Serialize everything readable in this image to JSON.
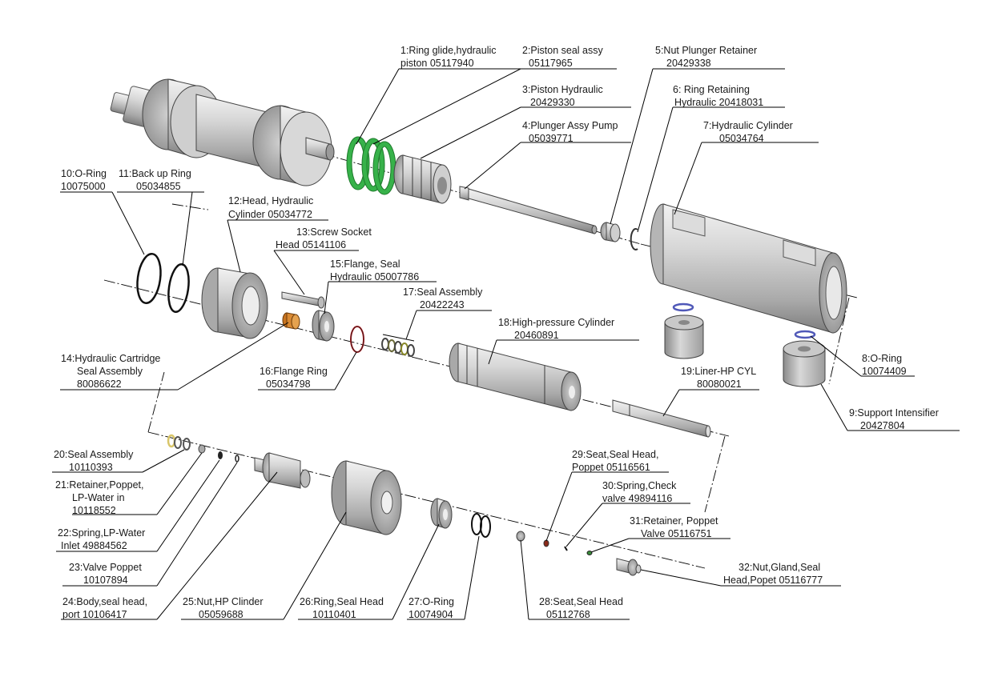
{
  "title": "",
  "callouts": {
    "c1": {
      "line1": "1:Ring glide,hydraulic",
      "line2": "piston     05117940"
    },
    "c2": {
      "line1": "2:Piston seal assy",
      "line2": "05117965"
    },
    "c3": {
      "line1": "3:Piston Hydraulic",
      "line2": "20429330"
    },
    "c4": {
      "line1": "4:Plunger Assy Pump",
      "line2": "05039771"
    },
    "c5": {
      "line1": "5:Nut Plunger Retainer",
      "line2": "20429338"
    },
    "c6": {
      "line1": "6: Ring Retaining",
      "line2": "Hydraulic  20418031"
    },
    "c7": {
      "line1": "7:Hydraulic Cylinder",
      "line2": "05034764"
    },
    "c8": {
      "line1": "8:O-Ring",
      "line2": "10074409"
    },
    "c9": {
      "line1": "9:Support Intensifier",
      "line2": "20427804"
    },
    "c10": {
      "line1": "10:O-Ring",
      "line2": "10075000"
    },
    "c11": {
      "line1": "11:Back up Ring",
      "line2": "05034855"
    },
    "c12": {
      "line1": "12:Head, Hydraulic",
      "line2": "Cylinder  05034772"
    },
    "c13": {
      "line1": "13:Screw Socket",
      "line2": "Head  05141106"
    },
    "c14": {
      "line1": "14:Hydraulic Cartridge",
      "line2": "Seal Assembly",
      "line3": "80086622"
    },
    "c15": {
      "line1": "15:Flange, Seal",
      "line2": "Hydraulic  05007786"
    },
    "c16": {
      "line1": "16:Flange Ring",
      "line2": "05034798"
    },
    "c17": {
      "line1": "17:Seal Assembly",
      "line2": "20422243"
    },
    "c18": {
      "line1": "18:High-pressure Cylinder",
      "line2": "20460891"
    },
    "c19": {
      "line1": "19:Liner-HP CYL",
      "line2": "80080021"
    },
    "c20": {
      "line1": "20:Seal Assembly",
      "line2": "10110393"
    },
    "c21": {
      "line1": "21:Retainer,Poppet,",
      "line2": "LP-Water in",
      "line3": "10118552"
    },
    "c22": {
      "line1": "22:Spring,LP-Water",
      "line2": "Inlet  49884562"
    },
    "c23": {
      "line1": "23:Valve Poppet",
      "line2": "10107894"
    },
    "c24": {
      "line1": "24:Body,seal head,",
      "line2": "port      10106417"
    },
    "c25": {
      "line1": "25:Nut,HP Clinder",
      "line2": "05059688"
    },
    "c26": {
      "line1": "26:Ring,Seal Head",
      "line2": "10110401"
    },
    "c27": {
      "line1": "27:O-Ring",
      "line2": "10074904"
    },
    "c28": {
      "line1": "28:Seat,Seal Head",
      "line2": "05112768"
    },
    "c29": {
      "line1": "29:Seat,Seal Head,",
      "line2": "Poppet  05116561"
    },
    "c30": {
      "line1": "30:Spring,Check",
      "line2": "valve  49894116"
    },
    "c31": {
      "line1": "31:Retainer, Poppet",
      "line2": "Valve   05116751"
    },
    "c32": {
      "line1": "32:Nut,Gland,Seal",
      "line2": "Head,Popet  05116777"
    }
  },
  "colors": {
    "metal_light": "#e4e4e4",
    "metal_mid": "#b8b8b8",
    "metal_dark": "#7c7c7c",
    "seal_green": "#37b24a",
    "seal_orange": "#c8741f",
    "oring_blue": "#4f58b8",
    "seal_yellow": "#d9c66a",
    "lines": "#000000"
  }
}
